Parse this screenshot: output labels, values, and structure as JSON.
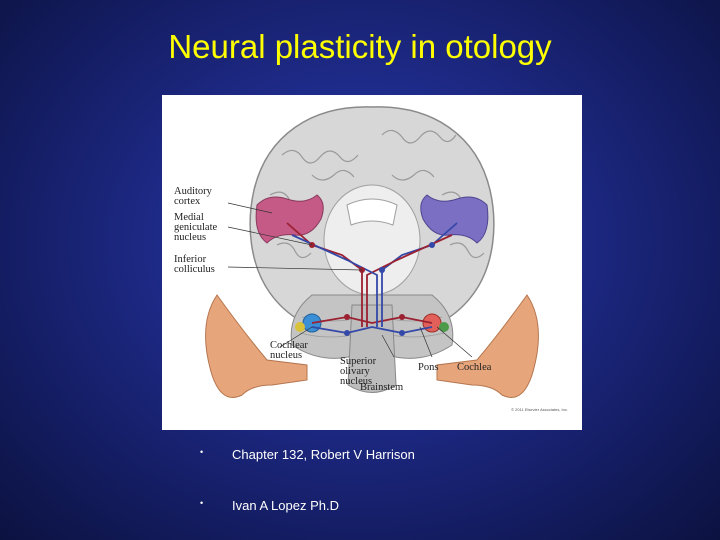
{
  "slide": {
    "title": "Neural plasticity in otology",
    "bullets": [
      {
        "marker": "•",
        "text": "Chapter 132, Robert V Harrison"
      },
      {
        "marker": "•",
        "text": "Ivan A Lopez Ph.D"
      }
    ]
  },
  "figure": {
    "labels": {
      "auditory_cortex": "Auditory cortex",
      "medial_geniculate": "Medial geniculate nucleus",
      "inferior_colliculus": "Inferior colliculus",
      "cochlear_nucleus": "Cochlear nucleus",
      "superior_olivary": "Superior olivary nucleus",
      "brainstem": "Brainstem",
      "pons": "Pons",
      "cochlea": "Cochlea"
    },
    "copyright": "© 2011 Elsevier Associates, Inc.",
    "colors": {
      "cortex_left": "#c65a86",
      "cortex_right": "#7b6fc4",
      "pathway_red": "#9b2030",
      "pathway_blue": "#3348a8",
      "brain_gray": "#c9c9c9",
      "ear_skin": "#e7a57c"
    }
  }
}
